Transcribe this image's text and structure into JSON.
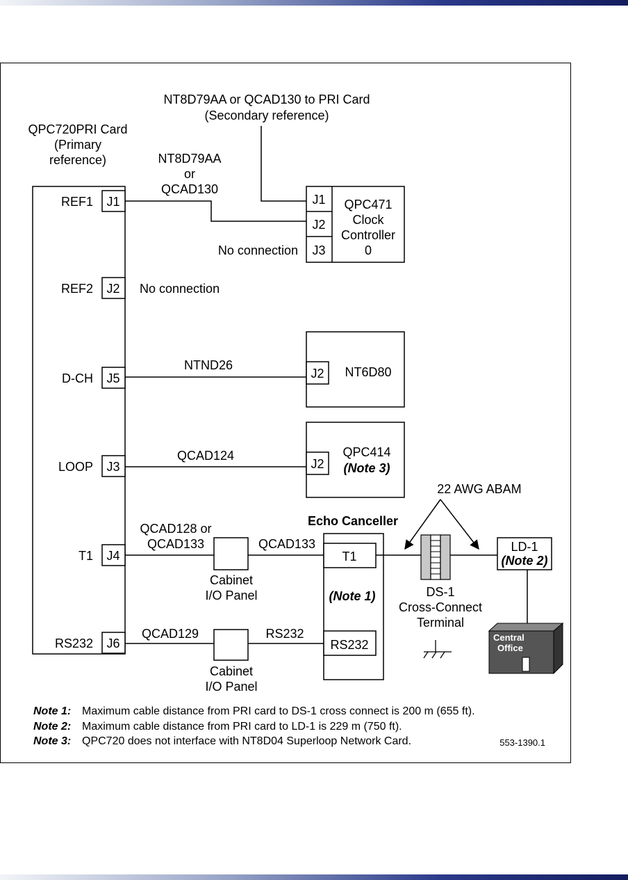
{
  "diagram": {
    "secondary_ref_label": [
      "NT8D79AA or QCAD130  to PRI Card",
      "(Secondary reference)"
    ],
    "primary_card": {
      "title": [
        "QPC720PRI Card",
        "(Primary",
        "reference)"
      ],
      "ports": [
        {
          "name": "REF1",
          "jack": "J1"
        },
        {
          "name": "REF2",
          "jack": "J2"
        },
        {
          "name": "D-CH",
          "jack": "J5"
        },
        {
          "name": "LOOP",
          "jack": "J3"
        },
        {
          "name": "T1",
          "jack": "J4"
        },
        {
          "name": "RS232",
          "jack": "J6"
        }
      ]
    },
    "ref1_cable": [
      "NT8D79AA",
      "or",
      "QCAD130"
    ],
    "clock_controller": {
      "jacks": [
        "J1",
        "J2",
        "J3"
      ],
      "label": [
        "QPC471",
        "Clock",
        "Controller",
        "0"
      ]
    },
    "no_connection_j3": "No connection",
    "no_connection_ref2": "No connection",
    "dch_cable": "NTND26",
    "nt6d80": {
      "jack": "J2",
      "label": "NT6D80"
    },
    "loop_cable": "QCAD124",
    "qpc414": {
      "jack": "J2",
      "label": "QPC414",
      "note": "(Note 3)"
    },
    "abam_label": "22 AWG ABAM",
    "echo_canceller": {
      "title": "Echo Canceller",
      "t1": "T1",
      "note": "(Note 1)",
      "rs232": "RS232"
    },
    "t1_cable_1": [
      "QCAD128 or",
      "QCAD133"
    ],
    "t1_cable_2": "QCAD133",
    "cabinet_1": [
      "Cabinet",
      "I/O Panel"
    ],
    "rs232_cable_1": "QCAD129",
    "rs232_cable_2": "RS232",
    "cabinet_2": [
      "Cabinet",
      "I/O Panel"
    ],
    "cross_connect": [
      "DS-1",
      "Cross-Connect",
      "Terminal"
    ],
    "ld1": {
      "label": "LD-1",
      "note": "(Note 2)"
    },
    "central_office": [
      "Central",
      "Office"
    ],
    "notes": [
      {
        "label": "Note 1:",
        "text": "Maximum cable distance from PRI card to DS-1 cross connect is 200 m (655 ft)."
      },
      {
        "label": "Note 2:",
        "text": "Maximum cable distance from PRI card to LD-1 is 229 m (750 ft)."
      },
      {
        "label": "Note 3:",
        "text": "QPC720 does not interface with NT8D04 Superloop Network Card."
      }
    ],
    "figure_id": "553-1390.1"
  },
  "colors": {
    "line": "#000000",
    "terminal_fill": "#c8c8c8",
    "office_fill": "#555555",
    "band_dark": "#141d5e"
  }
}
